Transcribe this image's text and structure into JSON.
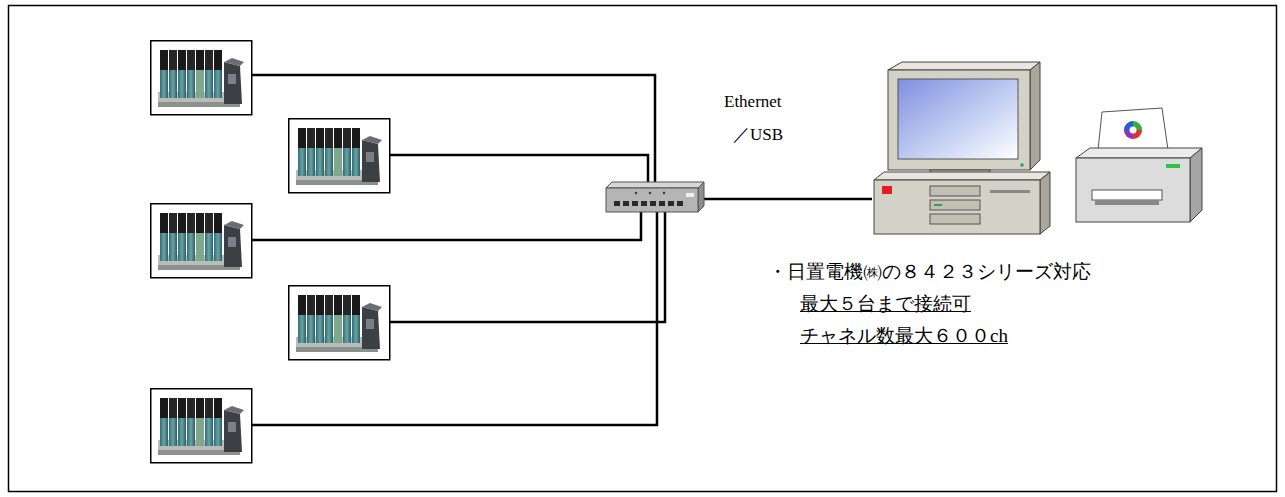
{
  "diagram": {
    "labels": [
      "Ethernet",
      "／USB",
      "・日置電機㈱の８４２３シリーズ対応",
      "最大５台まで接続可",
      "チャネル数最大６００ch"
    ]
  }
}
